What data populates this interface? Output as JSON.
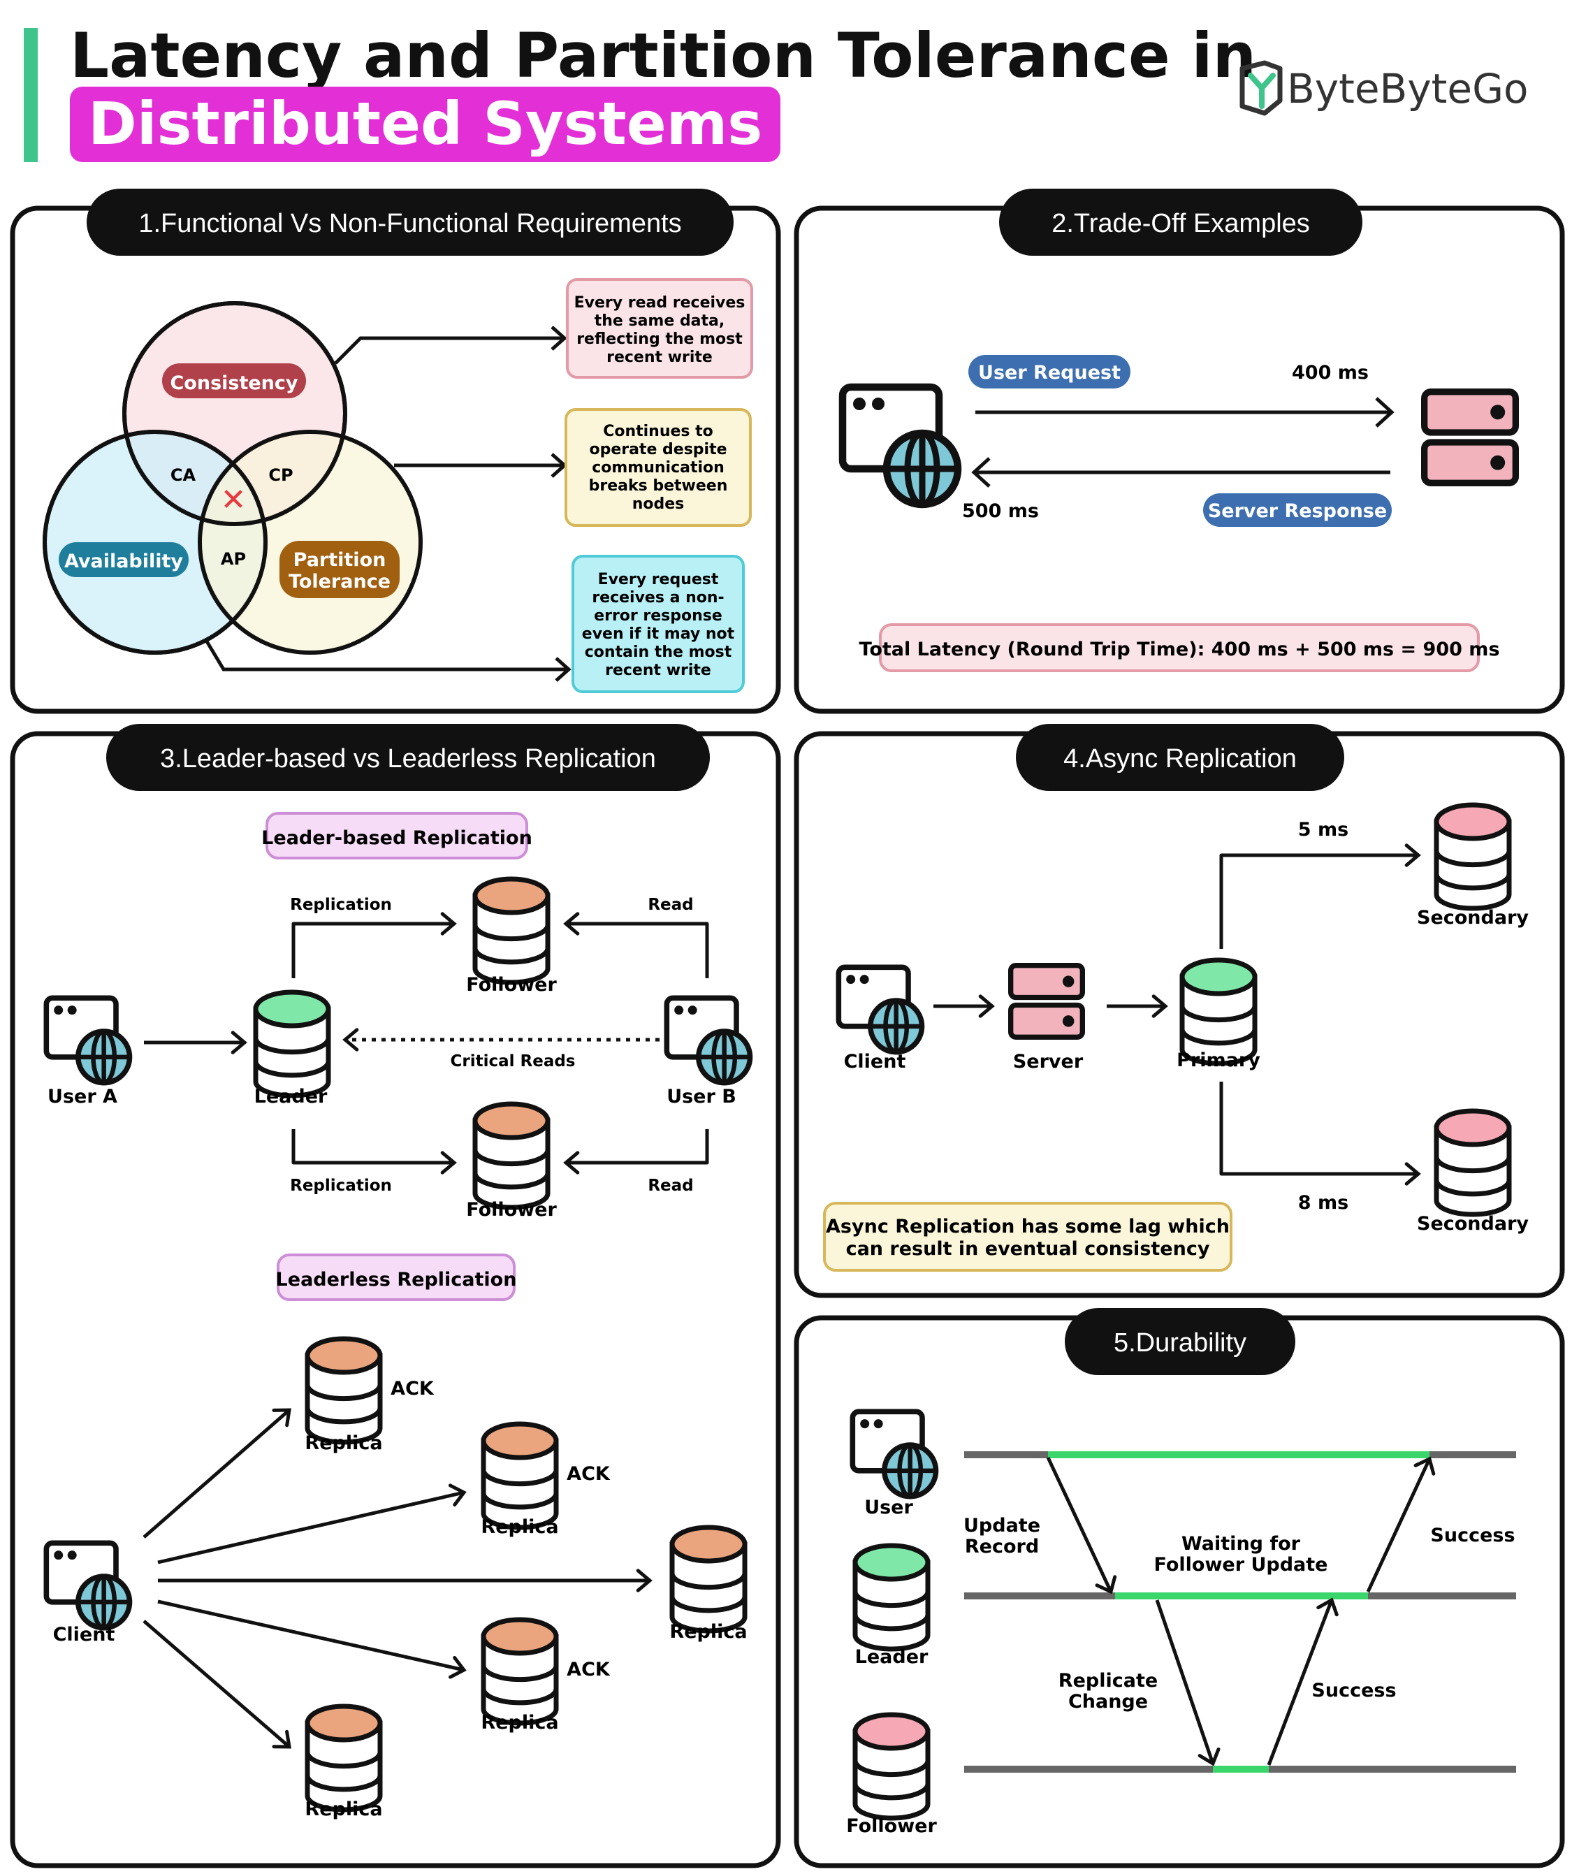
{
  "header": {
    "title_line1": "Latency and Partition Tolerance in",
    "title_line2": "Distributed Systems",
    "brand": "ByteByteGo"
  },
  "colors": {
    "accent_green": "#3fc48b",
    "highlight_magenta": "#e32fd6",
    "consistency": "#b0404a",
    "availability": "#1f7e9c",
    "partition": "#a06010",
    "request_blue": "#3d6fb0",
    "follower_orange": "#eba57e",
    "leader_green": "#7fe8a8",
    "secondary_pink": "#f6a8b4",
    "progress_green": "#3ad66c"
  },
  "panel1": {
    "title": "1.Functional Vs Non-Functional Requirements",
    "consistency": "Consistency",
    "availability": "Availability",
    "partition_line1": "Partition",
    "partition_line2": "Tolerance",
    "ca": "CA",
    "cp": "CP",
    "ap": "AP",
    "cross": "✕",
    "consistency_def": [
      "Every read receives",
      "the same data,",
      "reflecting the most",
      "recent write"
    ],
    "partition_def": [
      "Continues to",
      "operate despite",
      "communication",
      "breaks between",
      "nodes"
    ],
    "availability_def": [
      "Every request",
      "receives a non-",
      "error response",
      "even if it may not",
      "contain the most",
      "recent write"
    ]
  },
  "panel2": {
    "title": "2.Trade-Off Examples",
    "user_request": "User Request",
    "server_response": "Server Response",
    "request_ms": "400 ms",
    "response_ms": "500 ms",
    "total": "Total Latency (Round Trip Time): 400 ms + 500 ms = 900 ms"
  },
  "panel3": {
    "title": "3.Leader-based vs Leaderless Replication",
    "leader_based": "Leader-based Replication",
    "leaderless": "Leaderless Replication",
    "replication": "Replication",
    "read": "Read",
    "follower": "Follower",
    "leader": "Leader",
    "user_a": "User A",
    "user_b": "User B",
    "critical_reads": "Critical Reads",
    "client": "Client",
    "replica": "Replica",
    "ack": "ACK"
  },
  "panel4": {
    "title": "4.Async Replication",
    "client": "Client",
    "server": "Server",
    "primary": "Primary",
    "secondary": "Secondary",
    "ms_top": "5 ms",
    "ms_bottom": "8 ms",
    "note_line1": "Async Replication has some lag which",
    "note_line2": "can result in eventual consistency"
  },
  "panel5": {
    "title": "5.Durability",
    "user": "User",
    "leader": "Leader",
    "follower": "Follower",
    "update_record": [
      "Update",
      "Record"
    ],
    "waiting": [
      "Waiting for",
      "Follower Update"
    ],
    "success": "Success",
    "replicate_change": [
      "Replicate",
      "Change"
    ]
  }
}
